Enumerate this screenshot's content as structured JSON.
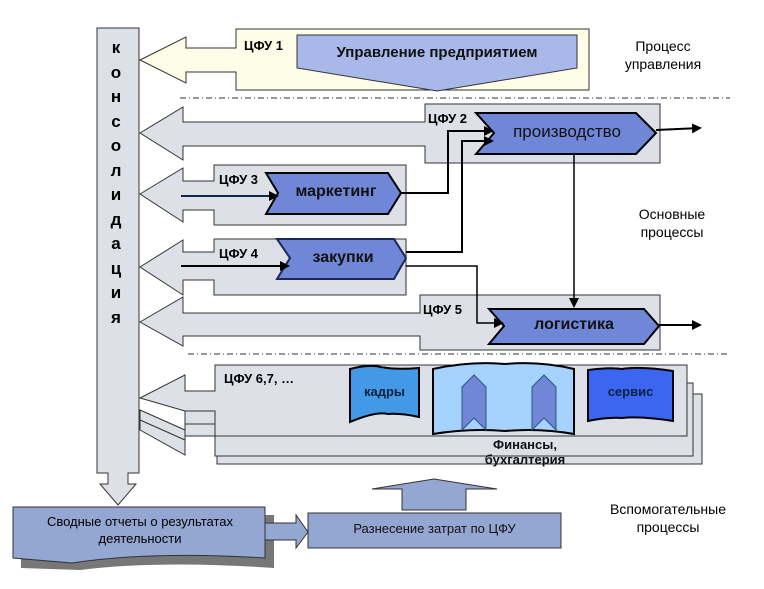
{
  "consolidation": {
    "letters": [
      "к",
      "о",
      "н",
      "с",
      "о",
      "л",
      "и",
      "д",
      "а",
      "ц",
      "и",
      "я"
    ]
  },
  "units": [
    {
      "id": "cfu1",
      "label": "ЦФУ 1",
      "process": "Управление предприятием"
    },
    {
      "id": "cfu2",
      "label": "ЦФУ 2",
      "process": "производство"
    },
    {
      "id": "cfu3",
      "label": "ЦФУ 3",
      "process": "маркетинг"
    },
    {
      "id": "cfu4",
      "label": "ЦФУ 4",
      "process": "закупки"
    },
    {
      "id": "cfu5",
      "label": "ЦФУ 5",
      "process": "логистика"
    },
    {
      "id": "cfu67",
      "label": "ЦФУ 6,7, …",
      "process": ""
    }
  ],
  "support": {
    "hr": "кадры",
    "service": "сервис",
    "finance": "Финансы,\nбухгалтерия"
  },
  "bottom": {
    "reports": "Сводные отчеты о результатах деятельности",
    "allocation": "Разнесение затрат по ЦФУ"
  },
  "sections": {
    "management": "Процесс управления",
    "core": "Основные процессы",
    "auxiliary": "Вспомогательные процессы"
  },
  "colors": {
    "process_fill": "#6f87d6",
    "mgmt_fill": "#a8b8e8",
    "mgmt_bg": "#fdfde8",
    "panel_bg": "#dde0e6",
    "hr_fill": "#4499e6",
    "service_fill": "#3a66f2",
    "finance_fill": "#a6d2ff",
    "bottom_fill": "#94a6d2"
  }
}
